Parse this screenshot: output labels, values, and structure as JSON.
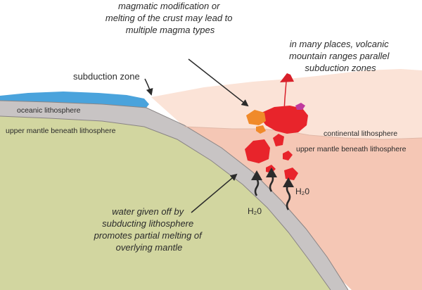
{
  "labels": {
    "magmatic_note": [
      "magmatic modification or",
      "melting of the crust may lead to",
      "multiple magma types"
    ],
    "volcanic_note": [
      "in many places, volcanic",
      "mountain ranges parallel",
      "subduction zones"
    ],
    "subduction_zone": "subduction zone",
    "oceanic_lithosphere": "oceanic lithosphere",
    "upper_mantle_left": "upper mantle beneath lithosphere",
    "continental_lithosphere": "continental lithosphere",
    "upper_mantle_right": "upper mantle beneath lithosphere",
    "water_note": [
      "water given off by",
      "subducting lithosphere",
      "promotes partial melting of",
      "overlying mantle"
    ],
    "h2o_right": "H₂0",
    "h2o_bottom": "H₂0"
  },
  "colors": {
    "ocean": "#4aa3dc",
    "oceanic_slab": "#c8c4c4",
    "left_mantle": "#d2d6a0",
    "continental_crust": "#fbe3d7",
    "right_mantle": "#f5c7b5",
    "magma": "#e8242b",
    "volcano": "#d8202a",
    "accent_orange": "#f08a2a",
    "accent_purple": "#c03a9e",
    "text": "#2b2b2b"
  }
}
